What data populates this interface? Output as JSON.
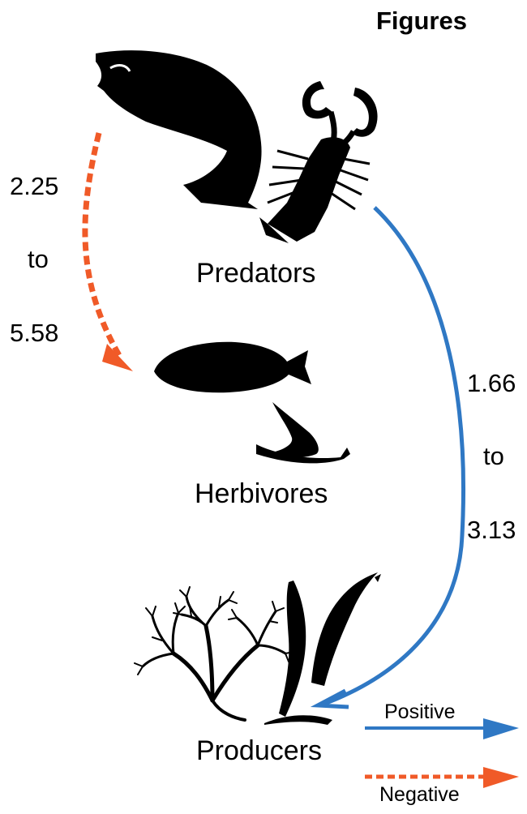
{
  "heading": "Figures",
  "levels": {
    "predators": "Predators",
    "herbivores": "Herbivores",
    "producers": "Producers"
  },
  "negative_effect": {
    "from": "2.25",
    "to_word": "to",
    "upper": "5.58"
  },
  "positive_effect": {
    "from": "1.66",
    "to_word": "to",
    "upper": "3.13"
  },
  "legend": {
    "positive": "Positive",
    "negative": "Negative"
  },
  "colors": {
    "positive": "#2f78c4",
    "negative": "#f05a28",
    "silhouette": "#000000"
  },
  "icons": [
    "salmon-icon",
    "lobster-icon",
    "surgeonfish-icon",
    "sea-snail-icon",
    "red-algae-icon",
    "kelp-icon"
  ]
}
